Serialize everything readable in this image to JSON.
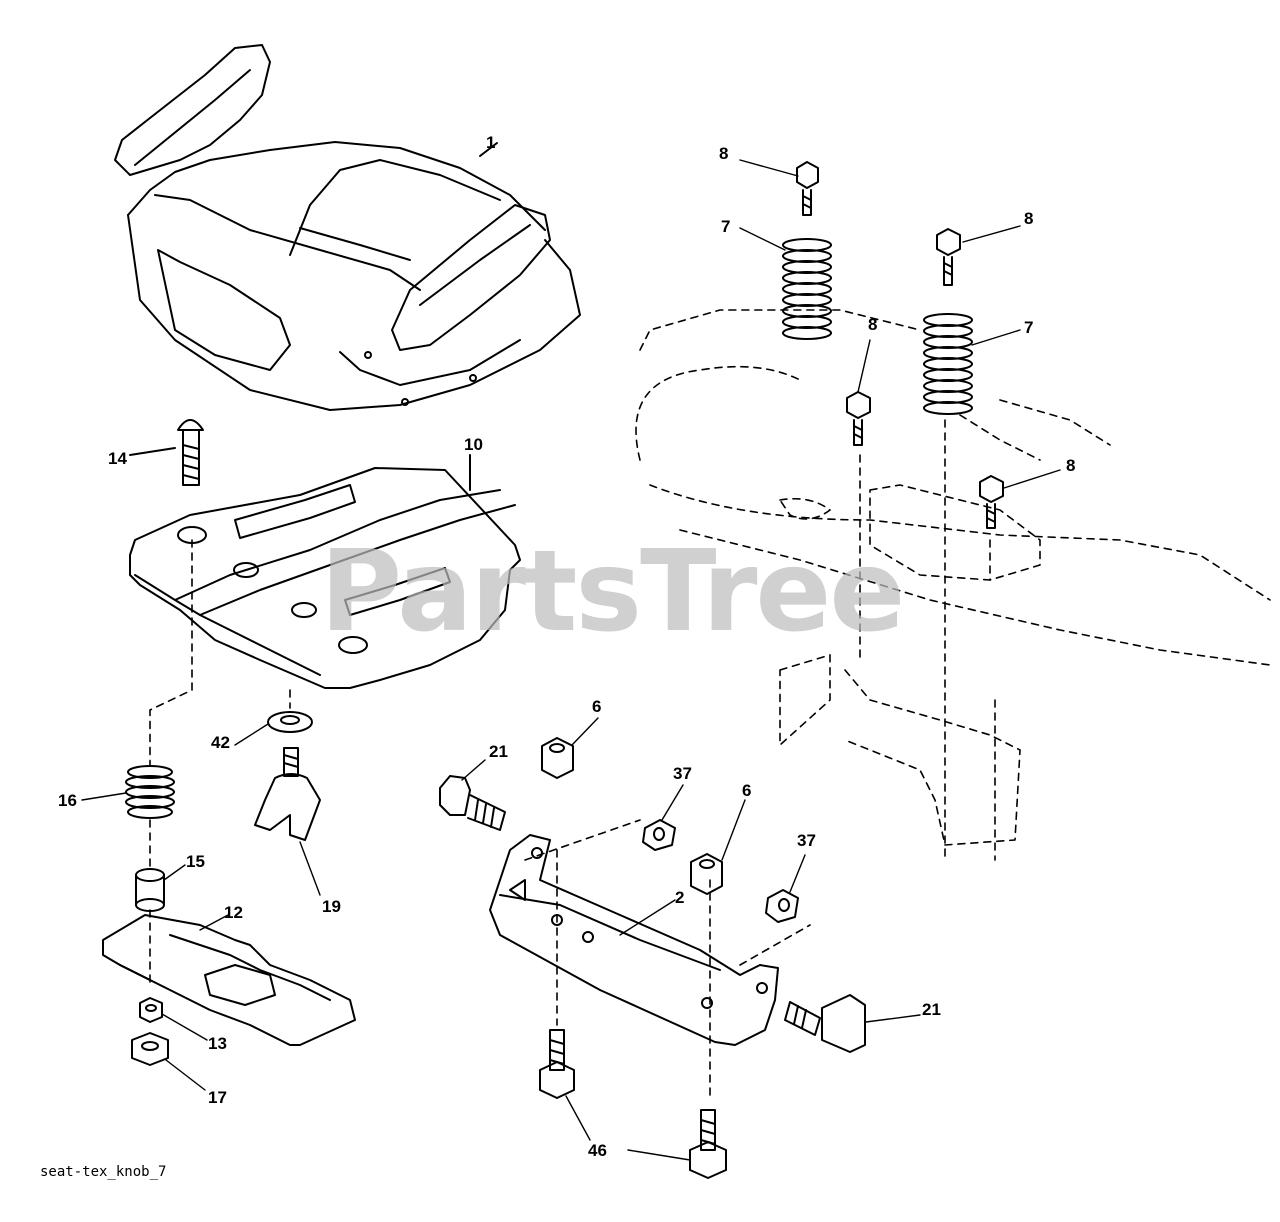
{
  "watermark": "PartsTree",
  "section_code": "seat-tex_knob_7",
  "callouts": {
    "seat": "1",
    "mount_plate_right": "2",
    "nut_6_a": "6",
    "nut_6_b": "6",
    "spring_7_a": "7",
    "spring_7_b": "7",
    "bolt_8_a": "8",
    "bolt_8_b": "8",
    "bolt_8_c": "8",
    "bolt_8_d": "8",
    "seat_pan": "10",
    "slide_bracket": "12",
    "nut_13": "13",
    "carriage_bolt": "14",
    "spacer": "15",
    "spring_16": "16",
    "nut_17": "17",
    "knob": "19",
    "bolt_21_a": "21",
    "bolt_21_b": "21",
    "nut_37_a": "37",
    "nut_37_b": "37",
    "washer": "42",
    "bolt_46": "46"
  }
}
